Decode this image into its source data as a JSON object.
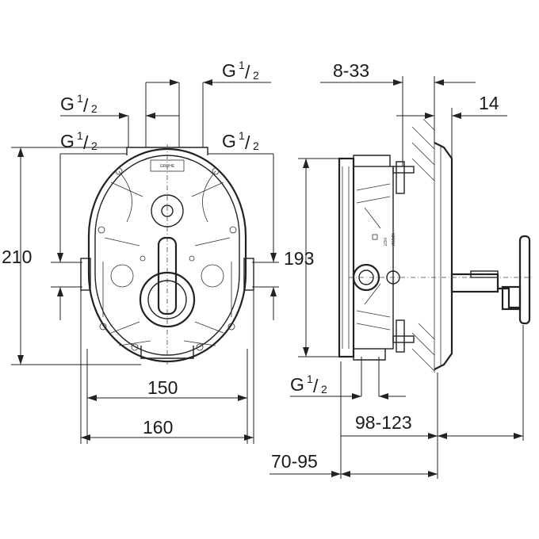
{
  "labels": {
    "thread": "G",
    "thread_frac_num": "1",
    "thread_frac_den": "2",
    "dim_210": "210",
    "dim_150": "150",
    "dim_160": "160",
    "dim_193": "193",
    "dim_8_33": "8-33",
    "dim_14": "14",
    "dim_98_123": "98-123",
    "dim_70_95": "70-95",
    "brand": "GROHE",
    "warm": "WARM",
    "hot": "HOT"
  }
}
